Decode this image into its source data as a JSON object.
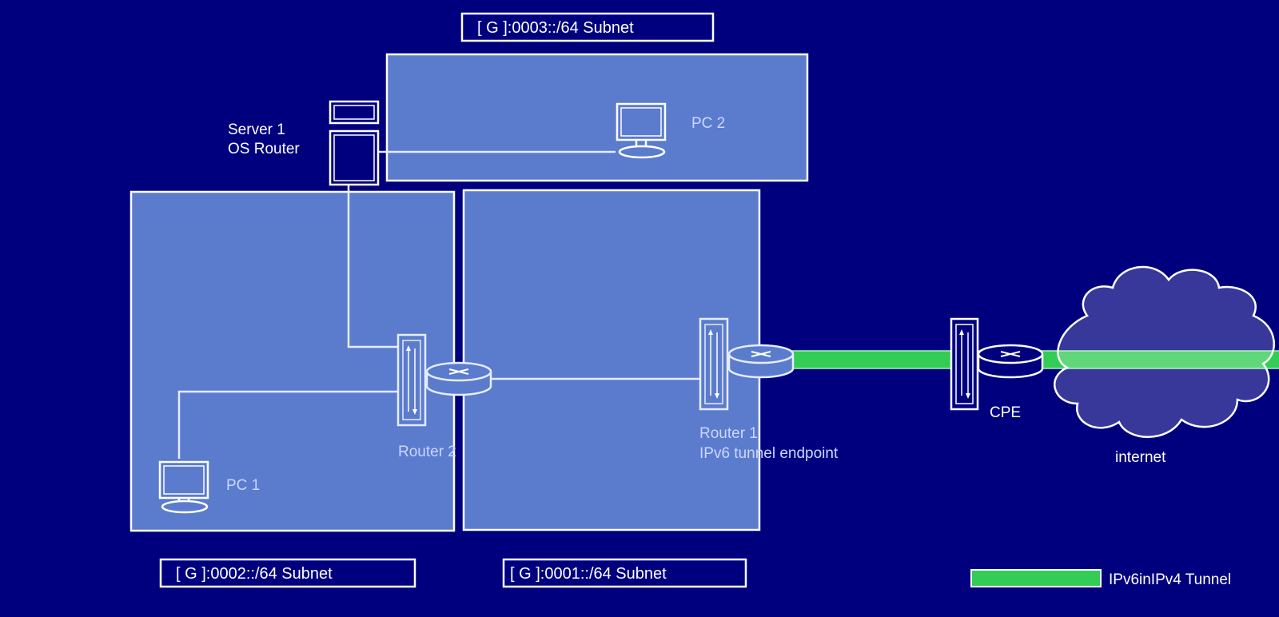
{
  "colors": {
    "background": "#00007f",
    "subnet_fill": "#5b7ccd",
    "line": "#ffffff",
    "device_stroke": "#e6ecff",
    "tunnel": "#33cc55"
  },
  "subnets": {
    "top_label": "[ G ]:0003::/64 Subnet",
    "left_label": "[ G ]:0002::/64 Subnet",
    "middle_label": "[ G ]:0001::/64 Subnet"
  },
  "devices": {
    "server": {
      "line1": "Server 1",
      "line2": "OS Router",
      "icon": "server-icon"
    },
    "pc2": {
      "label": "PC 2",
      "icon": "monitor-icon"
    },
    "pc1": {
      "label": "PC 1",
      "icon": "monitor-icon"
    },
    "router2": {
      "label": "Router 2",
      "icon": "router-icon"
    },
    "router1": {
      "line1": "Router 1",
      "line2": "IPv6 tunnel endpoint",
      "icon": "router-icon"
    },
    "cpe": {
      "label": "CPE",
      "icon": "router-icon"
    },
    "internet": {
      "label": "internet",
      "icon": "cloud-icon"
    }
  },
  "legend": {
    "tunnel_label": "IPv6inIPv4 Tunnel"
  }
}
